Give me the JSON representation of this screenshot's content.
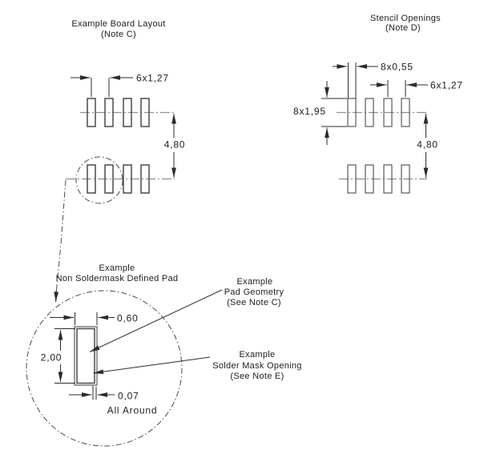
{
  "figure": {
    "board_layout": {
      "title_line1": "Example Board Layout",
      "title_line2": "(Note C)",
      "dim_pitch": "6x1,27",
      "dim_row_spacing": "4,80"
    },
    "stencil": {
      "title_line1": "Stencil Openings",
      "title_line2": "(Note D)",
      "dim_opening_width": "8x0,55",
      "dim_pitch": "6x1,27",
      "dim_opening_height": "8x1,95",
      "dim_row_spacing": "4,80"
    },
    "detail": {
      "title_line1": "Example",
      "title_line2": "Non Soldermask Defined Pad",
      "dim_pad_width": "0,60",
      "dim_pad_height": "2,00",
      "dim_mask_offset": "0,07",
      "mask_offset_note": "All Around",
      "pad_label_line1": "Example",
      "pad_label_line2": "Pad Geometry",
      "pad_label_line3": "(See Note C)",
      "mask_label_line1": "Example",
      "mask_label_line2": "Solder Mask Opening",
      "mask_label_line3": "(See Note E)"
    },
    "colors": {
      "geometry_line": "#4a4a4a",
      "dimension_line": "#2b2b2b",
      "centerline": "#8f8f8f",
      "text": "#1c1c1c",
      "background": "#ffffff"
    }
  }
}
